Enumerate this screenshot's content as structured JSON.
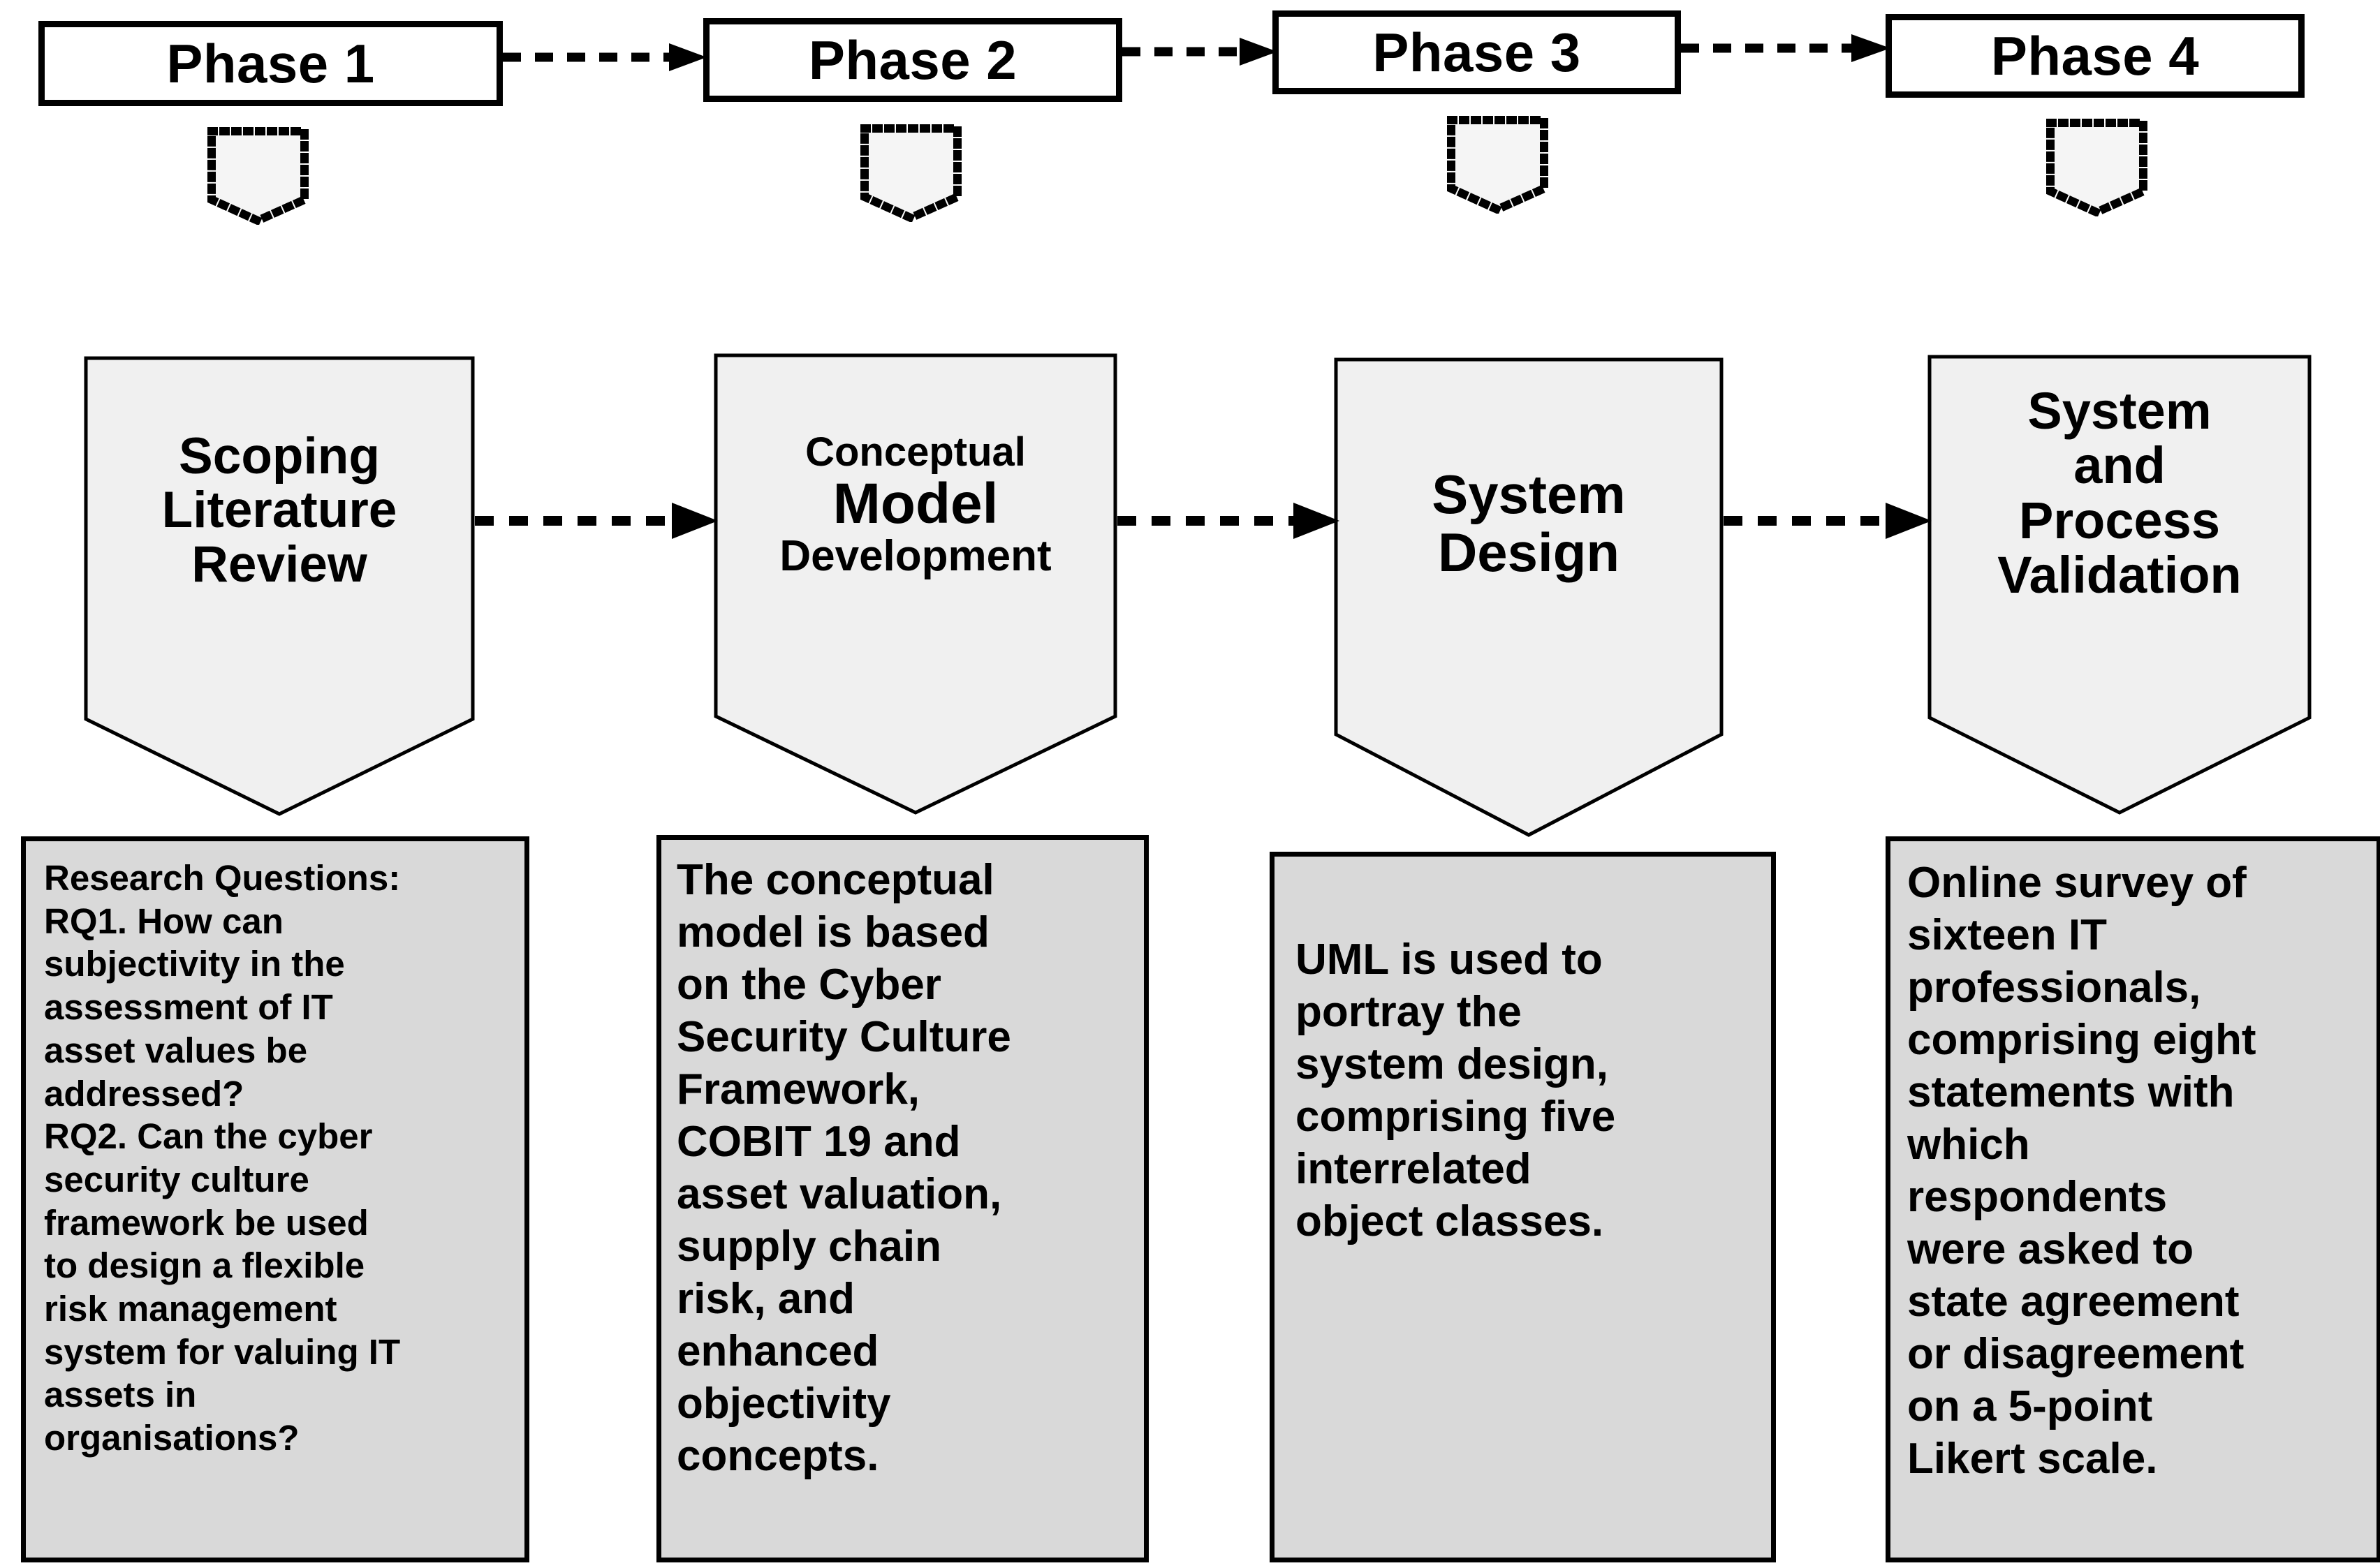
{
  "diagram": {
    "title": "Four phase research methodology flow diagram",
    "background_color": "#ffffff",
    "note_fill_color": "#d9d9d9",
    "pentagon_fill_color": "#f0f0f0",
    "line_color": "#000000"
  },
  "phases": [
    {
      "id": "phase-1",
      "header_label": "Phase 1",
      "stage_lines": [
        "Scoping",
        "Literature",
        "Review"
      ],
      "note_text": " Research  Questions:\nRQ1. How can\nsubjectivity  in the\nassessment  of IT\nasset values  be\naddressed?\nRQ2. Can the cyber\nsecurity  culture\nframework  be used\nto design  a flexible\nrisk  management\nsystem  for valuing  IT\nassets  in\norganisations?"
    },
    {
      "id": "phase-2",
      "header_label": "Phase 2",
      "stage_lines": [
        "Conceptual",
        "Model",
        "Development"
      ],
      "note_text": "The conceptual\nmodel is based\non the Cyber\nSecurity Culture\nFramework,\nCOBIT 19 and\nasset valuation,\nsupply  chain\nrisk, and\nenhanced\nobjectivity\nconcepts."
    },
    {
      "id": "phase-3",
      "header_label": "Phase 3",
      "stage_lines": [
        "System",
        "Design"
      ],
      "note_text": "UML is used to\nportray the\nsystem design,\ncomprising five\ninterrelated\nobject classes."
    },
    {
      "id": "phase-4",
      "header_label": "Phase 4",
      "stage_lines": [
        "System",
        "and",
        "Process",
        "Validation"
      ],
      "note_text": "Online survey of\nsixteen IT\nprofessionals,\ncomprising eight\nstatements with\nwhich\nrespondents\nwere asked to\nstate agreement\nor disagreement\non a 5-point\nLikert scale."
    }
  ],
  "connectors": {
    "header_arrow_style": "dashed-with-solid-arrowhead",
    "stage_arrow_style": "dashed-with-solid-arrowhead",
    "phase_to_stage_style": "dotted-banner-outline",
    "stage_to_note_style": "pentagon-tip-pointer"
  }
}
